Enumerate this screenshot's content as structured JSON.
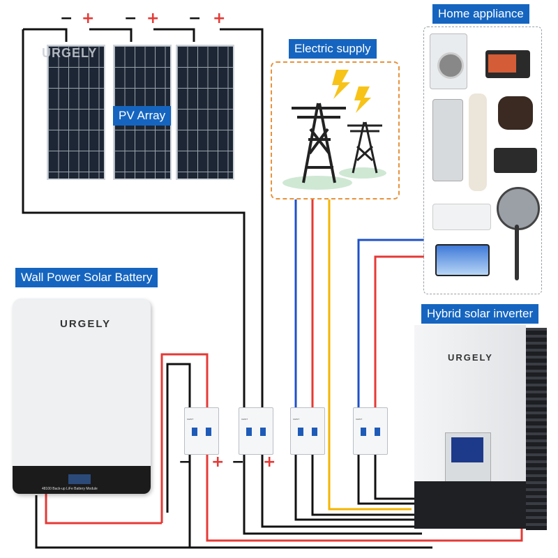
{
  "labels": {
    "pv_array": "PV Array",
    "electric_supply": "Electric supply",
    "home_appliance": "Home appliance",
    "wall_battery": "Wall Power Solar Battery",
    "hybrid_inverter": "Hybrid solar inverter"
  },
  "brand": {
    "battery_brand": "URGELY",
    "inverter_brand": "URGELY",
    "panel_watermark": "URGELY"
  },
  "battery": {
    "module_label": "48100 Back-up LiFe Battery Module"
  },
  "breakers": {
    "brand_text": "CHINT"
  },
  "signs": {
    "minus": "−",
    "plus": "+"
  },
  "colors": {
    "label_bg": "#1565c0",
    "wire_black": "#111111",
    "wire_red": "#e53935",
    "wire_blue": "#1e50c8",
    "wire_yellow": "#f4b400",
    "grid_border": "#e8923a"
  },
  "icons": {
    "bolt": "lightning-bolt-icon",
    "tower": "transmission-tower-icon"
  }
}
